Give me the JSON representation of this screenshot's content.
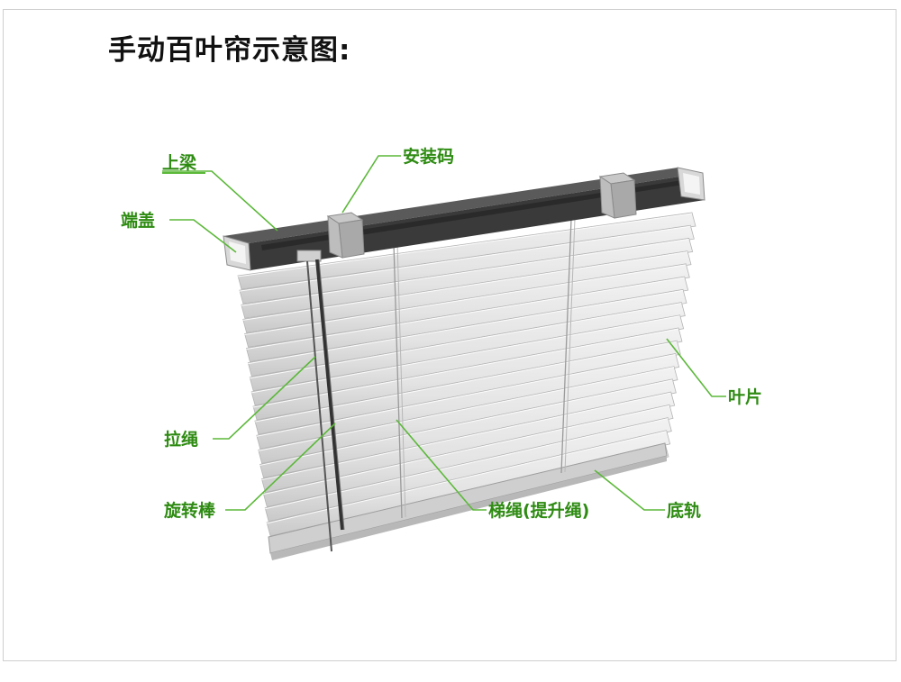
{
  "title": "手动百叶帘示意图:",
  "colors": {
    "label": "#2e8b12",
    "leader": "#5cb83a",
    "rail_dark": "#3b3b3b",
    "rail_top": "#5a5a5a",
    "slat": "#e6e6e6",
    "slat_edge": "#b4b4b4",
    "bracket": "#a8a8a8"
  },
  "labels": {
    "top_rail": "上梁",
    "end_cap": "端盖",
    "mount_bracket": "安装码",
    "pull_cord": "拉绳",
    "tilt_wand": "旋转棒",
    "ladder_cord": "梯绳(提升绳)",
    "slat": "叶片",
    "bottom_rail": "底轨"
  }
}
